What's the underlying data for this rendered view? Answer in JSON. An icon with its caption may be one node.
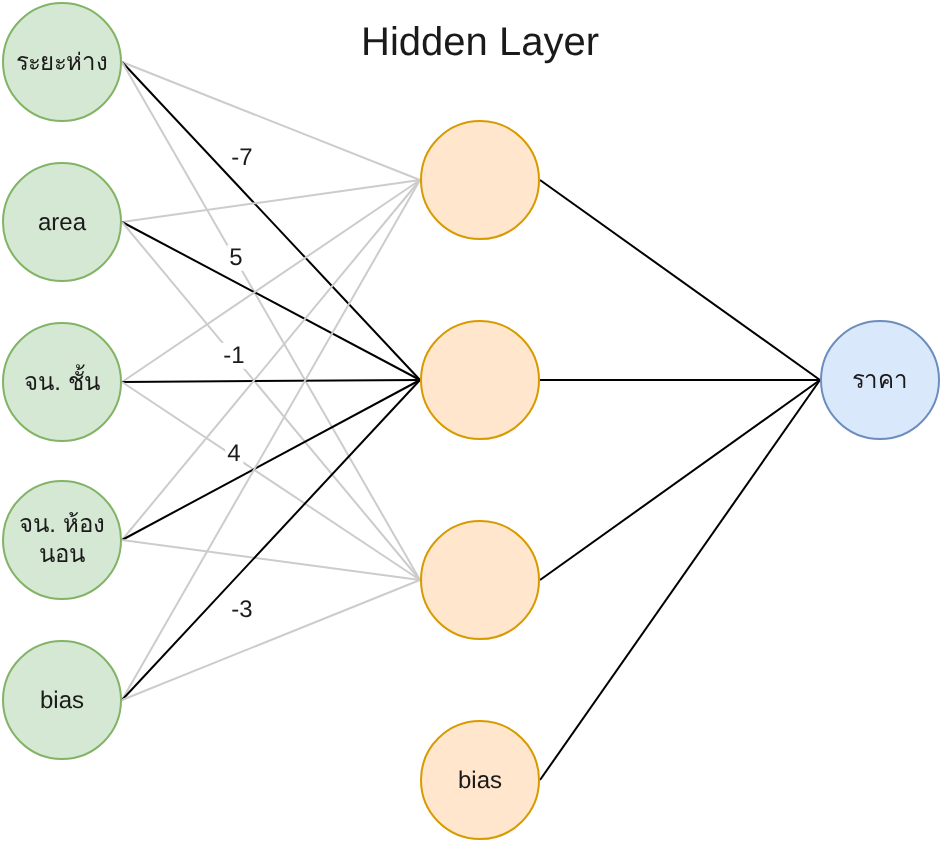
{
  "diagram": {
    "title": "Hidden Layer",
    "nodes": [
      {
        "text": [
          "ระยะห่าง"
        ]
      },
      {
        "text": [
          "area"
        ]
      },
      {
        "text": [
          "จน. ชั้น"
        ]
      },
      {
        "text": [
          "จน. ห้องนอน"
        ]
      },
      {
        "text": [
          "bias"
        ]
      },
      {
        "text": [],
        "shape": "circle"
      },
      {
        "text": [],
        "shape": "circle"
      },
      {
        "text": [],
        "shape": "circle"
      },
      {
        "text": [
          "bias"
        ]
      },
      {
        "text": [
          "ราคา"
        ]
      }
    ],
    "edges": [
      {
        "from": 0,
        "to": 5,
        "arrow": "none",
        "color": "#cccccc"
      },
      {
        "from": 0,
        "to": 6,
        "arrow": "none",
        "label": "-7",
        "color": "#000000"
      },
      {
        "from": 0,
        "to": 7,
        "arrow": "none",
        "color": "#cccccc"
      },
      {
        "from": 1,
        "to": 5,
        "arrow": "none",
        "color": "#cccccc"
      },
      {
        "from": 1,
        "to": 6,
        "arrow": "none",
        "label": "5",
        "color": "#000000"
      },
      {
        "from": 1,
        "to": 7,
        "arrow": "none",
        "color": "#cccccc"
      },
      {
        "from": 2,
        "to": 5,
        "arrow": "none",
        "color": "#cccccc"
      },
      {
        "from": 2,
        "to": 6,
        "arrow": "none",
        "label": "-1",
        "color": "#000000"
      },
      {
        "from": 2,
        "to": 7,
        "arrow": "none",
        "color": "#cccccc"
      },
      {
        "from": 3,
        "to": 5,
        "arrow": "none",
        "color": "#cccccc"
      },
      {
        "from": 3,
        "to": 6,
        "arrow": "none",
        "label": "4",
        "color": "#000000"
      },
      {
        "from": 3,
        "to": 7,
        "arrow": "none",
        "color": "#cccccc"
      },
      {
        "from": 4,
        "to": 5,
        "arrow": "none",
        "color": "#cccccc"
      },
      {
        "from": 4,
        "to": 6,
        "arrow": "none",
        "label": "-3",
        "color": "#000000"
      },
      {
        "from": 4,
        "to": 7,
        "arrow": "none",
        "color": "#cccccc"
      },
      {
        "from": 5,
        "to": 9,
        "arrow": "none",
        "color": "#000000"
      },
      {
        "from": 6,
        "to": 9,
        "arrow": "none",
        "color": "#000000"
      },
      {
        "from": 7,
        "to": 9,
        "arrow": "none",
        "color": "#000000"
      },
      {
        "from": 8,
        "to": 9,
        "arrow": "none",
        "color": "#000000"
      }
    ]
  }
}
